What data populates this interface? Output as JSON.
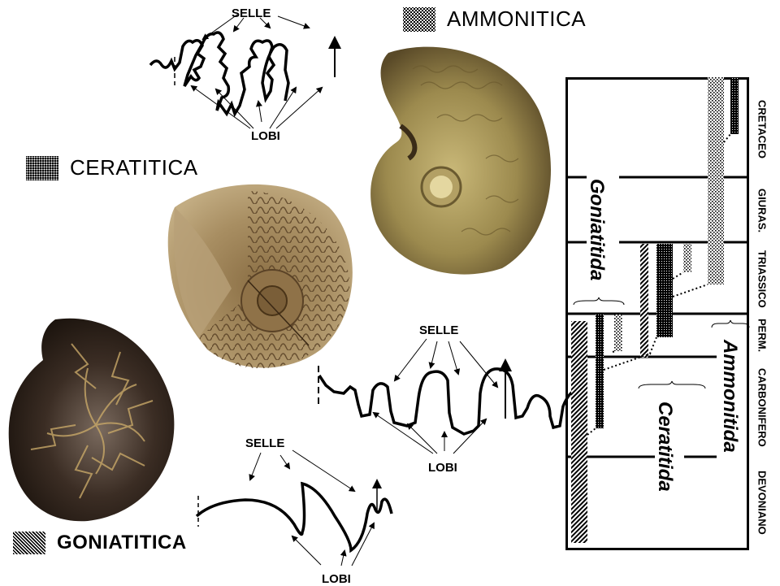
{
  "legend": {
    "ammonitica": {
      "label": "AMMONITICA",
      "pattern": "stipple"
    },
    "ceratitica": {
      "label": "CERATITICA",
      "pattern": "black-dotted"
    },
    "goniatitica": {
      "label": "GONIATITICA",
      "pattern": "diagonal-hatch"
    }
  },
  "suture_diagrams": {
    "ammonitica": {
      "saddle_label": "SELLE",
      "lobe_label": "LOBI"
    },
    "ceratitica": {
      "saddle_label": "SELLE",
      "lobe_label": "LOBI"
    },
    "goniatitica": {
      "saddle_label": "SELLE",
      "lobe_label": "LOBI"
    }
  },
  "fossils": {
    "ammonite": {
      "name": "ammonite-fossil",
      "color": "#9a8a4e"
    },
    "ceratite": {
      "name": "ceratite-fossil",
      "color": "#9b8257"
    },
    "goniatite": {
      "name": "goniatite-fossil",
      "color": "#3a2c22"
    }
  },
  "chart": {
    "periods": [
      "CRETACEO",
      "GIURAS.",
      "TRIASSICO",
      "PERM.",
      "CARBONIFERO",
      "DEVONIANO"
    ],
    "groups": {
      "goniatitida": "Goniatitida",
      "ceratitida": "Ceratitida",
      "ammonitida": "Ammonitida"
    }
  },
  "chart_data": {
    "type": "range-chart",
    "title": "",
    "axis": "geological time (top = youngest)",
    "periods_top_to_bottom": [
      "CRETACEO",
      "GIURAS.",
      "TRIASSICO",
      "PERM.",
      "CARBONIFERO",
      "DEVONIANO"
    ],
    "series": [
      {
        "name": "Goniatitica (hatched)",
        "ranges": [
          [
            "DEVONIANO",
            "PERM."
          ],
          [
            "TRIASSICO",
            "TRIASSICO"
          ]
        ]
      },
      {
        "name": "Ceratitica (black dotted)",
        "ranges": [
          [
            "CARBONIFERO",
            "PERM."
          ],
          [
            "PERM.",
            "TRIASSICO"
          ],
          [
            "CRETACEO",
            "CRETACEO"
          ]
        ]
      },
      {
        "name": "Ammonitica (stipple)",
        "ranges": [
          [
            "PERM.",
            "PERM."
          ],
          [
            "TRIASSICO",
            "TRIASSICO"
          ],
          [
            "TRIASSICO",
            "CRETACEO"
          ]
        ]
      }
    ],
    "annotations": [
      "Goniatitida",
      "Ceratitida",
      "Ammonitida"
    ]
  }
}
